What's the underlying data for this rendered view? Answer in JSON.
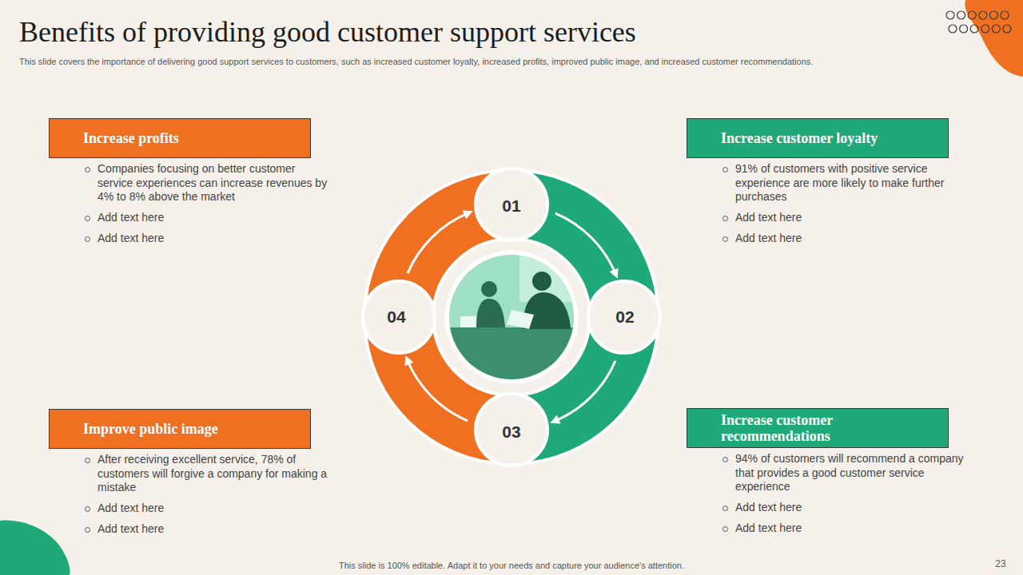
{
  "diagram": {
    "title": "Benefits of providing good customer support services",
    "caption": "This slide covers the importance of delivering good support services to customers, such as increased customer loyalty, increased profits, improved public image, and increased customer recommendations.",
    "nodes": [
      {
        "text": [
          "Increase profits",
          "Companies focusing on better customer service experiences can increase revenues by 4% to 8% above the market",
          "Add text here",
          "Add text here"
        ]
      },
      {
        "text": [
          "Increase customer loyalty",
          "91% of customers with positive service experience are more likely to make further purchases",
          "Add text here",
          "Add text here"
        ]
      },
      {
        "text": [
          "Improve public image",
          "After receiving excellent service, 78% of customers will forgive a company for making a mistake",
          "Add text here",
          "Add text here"
        ]
      },
      {
        "text": [
          "Increase customer recommendations",
          "94% of customers will recommend a company that provides a good customer service experience",
          "Add text here",
          "Add text here"
        ]
      }
    ],
    "labels": [
      "01",
      "02",
      "03",
      "04",
      "This slide is 100% editable. Adapt it to your needs and capture your audience's attention.",
      "23"
    ]
  }
}
